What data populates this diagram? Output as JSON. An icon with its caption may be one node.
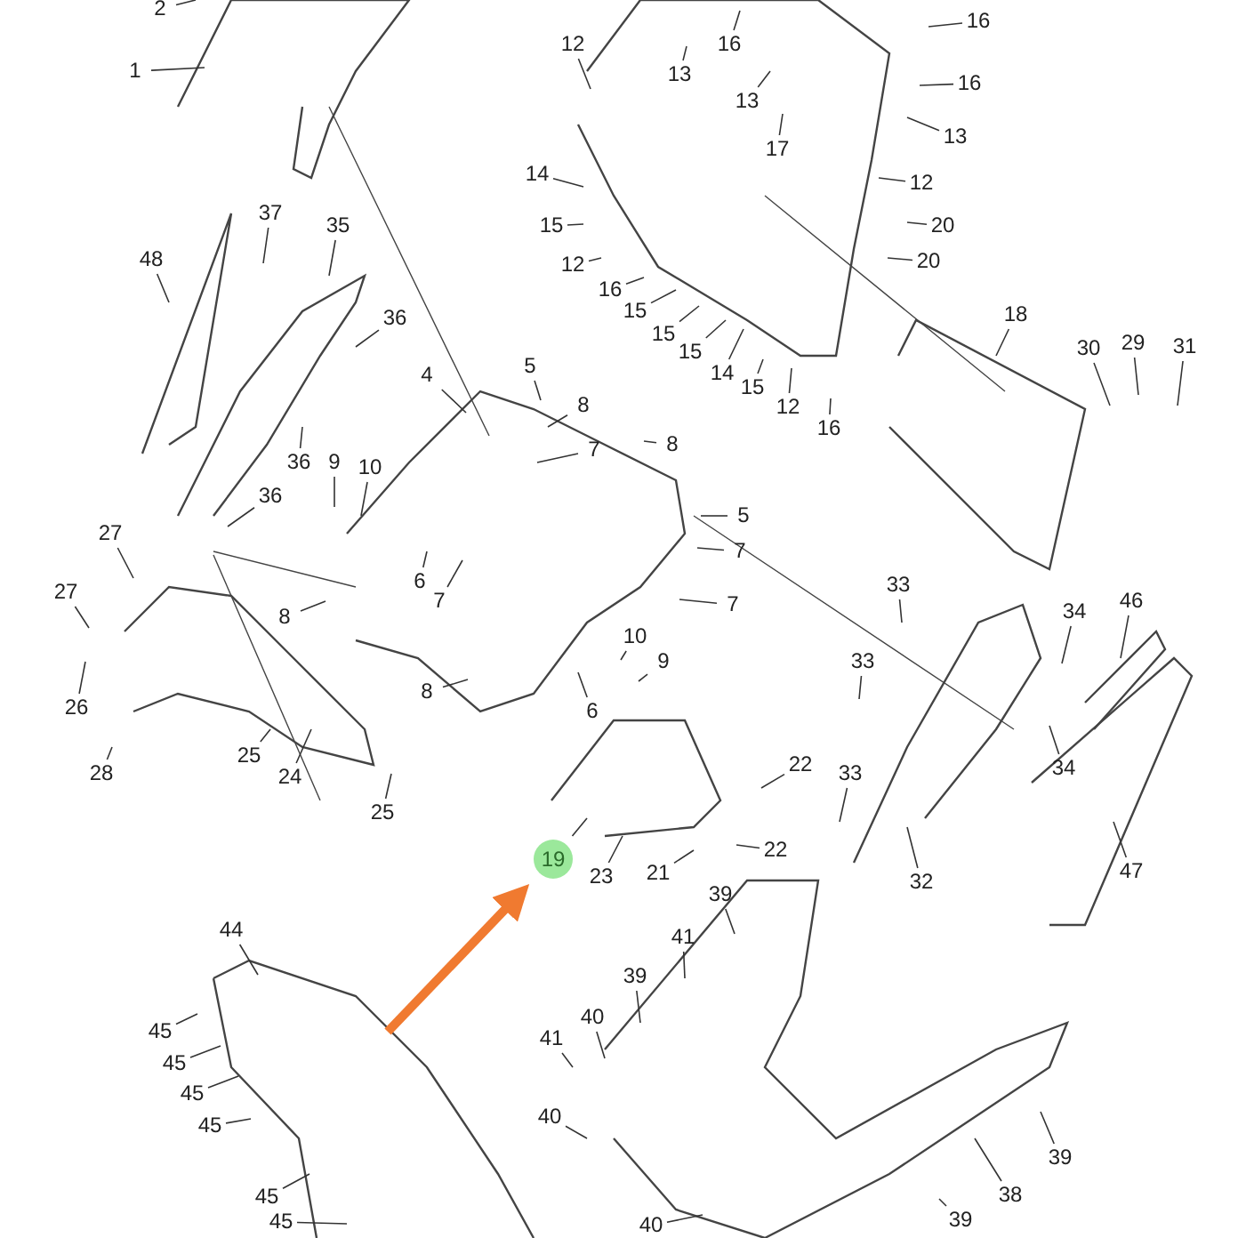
{
  "diagram": {
    "nodes": [
      {
        "text": [
          "2"
        ]
      },
      {
        "text": [
          "1"
        ]
      },
      {
        "text": [
          "12"
        ]
      },
      {
        "text": [
          "16"
        ]
      },
      {
        "text": [
          "16"
        ]
      },
      {
        "text": [
          "13"
        ]
      },
      {
        "text": [
          "13"
        ]
      },
      {
        "text": [
          "17"
        ]
      },
      {
        "text": [
          "16"
        ]
      },
      {
        "text": [
          "13"
        ]
      },
      {
        "text": [
          "14"
        ]
      },
      {
        "text": [
          "12"
        ]
      },
      {
        "text": [
          "15"
        ]
      },
      {
        "text": [
          "20"
        ]
      },
      {
        "text": [
          "12"
        ]
      },
      {
        "text": [
          "20"
        ]
      },
      {
        "text": [
          "16"
        ]
      },
      {
        "text": [
          "15"
        ]
      },
      {
        "text": [
          "15"
        ]
      },
      {
        "text": [
          "15"
        ]
      },
      {
        "text": [
          "14"
        ]
      },
      {
        "text": [
          "15"
        ]
      },
      {
        "text": [
          "12"
        ]
      },
      {
        "text": [
          "16"
        ]
      },
      {
        "text": [
          "18"
        ]
      },
      {
        "text": [
          "30"
        ]
      },
      {
        "text": [
          "29"
        ]
      },
      {
        "text": [
          "31"
        ]
      },
      {
        "text": [
          "48"
        ]
      },
      {
        "text": [
          "37"
        ]
      },
      {
        "text": [
          "35"
        ]
      },
      {
        "text": [
          "36"
        ]
      },
      {
        "text": [
          "4"
        ]
      },
      {
        "text": [
          "5"
        ]
      },
      {
        "text": [
          "8"
        ]
      },
      {
        "text": [
          "7"
        ]
      },
      {
        "text": [
          "8"
        ]
      },
      {
        "text": [
          "9"
        ]
      },
      {
        "text": [
          "10"
        ]
      },
      {
        "text": [
          "36"
        ]
      },
      {
        "text": [
          "36"
        ]
      },
      {
        "text": [
          "27"
        ]
      },
      {
        "text": [
          "27"
        ]
      },
      {
        "text": [
          "26"
        ]
      },
      {
        "text": [
          "28"
        ]
      },
      {
        "text": [
          "25"
        ]
      },
      {
        "text": [
          "24"
        ]
      },
      {
        "text": [
          "25"
        ]
      },
      {
        "text": [
          "8"
        ]
      },
      {
        "text": [
          "6"
        ]
      },
      {
        "text": [
          "7"
        ]
      },
      {
        "text": [
          "8"
        ]
      },
      {
        "text": [
          "6"
        ]
      },
      {
        "text": [
          "5"
        ]
      },
      {
        "text": [
          "7"
        ]
      },
      {
        "text": [
          "7"
        ]
      },
      {
        "text": [
          "10"
        ]
      },
      {
        "text": [
          "9"
        ]
      },
      {
        "text": [
          "33"
        ]
      },
      {
        "text": [
          "33"
        ]
      },
      {
        "text": [
          "34"
        ]
      },
      {
        "text": [
          "34"
        ]
      },
      {
        "text": [
          "46"
        ]
      },
      {
        "text": [
          "47"
        ]
      },
      {
        "text": [
          "33"
        ]
      },
      {
        "text": [
          "32"
        ]
      },
      {
        "text": [
          "22"
        ]
      },
      {
        "text": [
          "22"
        ]
      },
      {
        "text": [
          "21"
        ]
      },
      {
        "text": [
          "23"
        ]
      },
      {
        "text": [
          "19"
        ]
      },
      {
        "text": [
          "39"
        ]
      },
      {
        "text": [
          "41"
        ]
      },
      {
        "text": [
          "39"
        ]
      },
      {
        "text": [
          "40"
        ]
      },
      {
        "text": [
          "41"
        ]
      },
      {
        "text": [
          "40"
        ]
      },
      {
        "text": [
          "44"
        ]
      },
      {
        "text": [
          "45"
        ]
      },
      {
        "text": [
          "45"
        ]
      },
      {
        "text": [
          "45"
        ]
      },
      {
        "text": [
          "45"
        ]
      },
      {
        "text": [
          "45"
        ]
      },
      {
        "text": [
          "45"
        ]
      },
      {
        "text": [
          "40"
        ]
      },
      {
        "text": [
          "39"
        ]
      },
      {
        "text": [
          "38"
        ]
      },
      {
        "text": [
          "39"
        ]
      }
    ],
    "edges": [
      {
        "from": 0,
        "to": null,
        "arrow": "none"
      },
      {
        "from": 1,
        "to": null,
        "arrow": "none"
      },
      {
        "from": 2,
        "to": null,
        "arrow": "none"
      },
      {
        "from": 3,
        "to": null,
        "arrow": "none"
      },
      {
        "from": 4,
        "to": null,
        "arrow": "none"
      },
      {
        "from": 5,
        "to": null,
        "arrow": "none"
      },
      {
        "from": 6,
        "to": null,
        "arrow": "none"
      },
      {
        "from": 7,
        "to": null,
        "arrow": "none"
      },
      {
        "from": 8,
        "to": null,
        "arrow": "none"
      },
      {
        "from": 9,
        "to": null,
        "arrow": "none"
      },
      {
        "from": 10,
        "to": null,
        "arrow": "none"
      },
      {
        "from": 11,
        "to": null,
        "arrow": "none"
      },
      {
        "from": 12,
        "to": null,
        "arrow": "none"
      },
      {
        "from": 13,
        "to": null,
        "arrow": "none"
      },
      {
        "from": 14,
        "to": null,
        "arrow": "none"
      },
      {
        "from": 15,
        "to": null,
        "arrow": "none"
      },
      {
        "from": 16,
        "to": null,
        "arrow": "none"
      },
      {
        "from": 17,
        "to": null,
        "arrow": "none"
      },
      {
        "from": 18,
        "to": null,
        "arrow": "none"
      },
      {
        "from": 19,
        "to": null,
        "arrow": "none"
      },
      {
        "from": 20,
        "to": null,
        "arrow": "none"
      },
      {
        "from": 21,
        "to": null,
        "arrow": "none"
      },
      {
        "from": 22,
        "to": null,
        "arrow": "none"
      },
      {
        "from": 23,
        "to": null,
        "arrow": "none"
      },
      {
        "from": 24,
        "to": null,
        "arrow": "none"
      },
      {
        "from": 25,
        "to": null,
        "arrow": "none"
      },
      {
        "from": 26,
        "to": null,
        "arrow": "none"
      },
      {
        "from": 27,
        "to": null,
        "arrow": "none"
      },
      {
        "from": 28,
        "to": null,
        "arrow": "none"
      },
      {
        "from": 29,
        "to": null,
        "arrow": "none"
      },
      {
        "from": 30,
        "to": null,
        "arrow": "none"
      },
      {
        "from": 31,
        "to": null,
        "arrow": "none"
      },
      {
        "from": 32,
        "to": null,
        "arrow": "none"
      },
      {
        "from": 33,
        "to": null,
        "arrow": "none"
      },
      {
        "from": 34,
        "to": null,
        "arrow": "none"
      },
      {
        "from": 35,
        "to": null,
        "arrow": "none"
      },
      {
        "from": 36,
        "to": null,
        "arrow": "none"
      },
      {
        "from": 37,
        "to": null,
        "arrow": "none"
      },
      {
        "from": 38,
        "to": null,
        "arrow": "none"
      },
      {
        "from": 39,
        "to": null,
        "arrow": "none"
      },
      {
        "from": 40,
        "to": null,
        "arrow": "none"
      },
      {
        "from": 41,
        "to": null,
        "arrow": "none"
      },
      {
        "from": 42,
        "to": null,
        "arrow": "none"
      },
      {
        "from": 43,
        "to": null,
        "arrow": "none"
      },
      {
        "from": 44,
        "to": null,
        "arrow": "none"
      },
      {
        "from": 45,
        "to": null,
        "arrow": "none"
      },
      {
        "from": 46,
        "to": null,
        "arrow": "none"
      },
      {
        "from": 47,
        "to": null,
        "arrow": "none"
      },
      {
        "from": 48,
        "to": null,
        "arrow": "none"
      },
      {
        "from": 49,
        "to": null,
        "arrow": "none"
      },
      {
        "from": 50,
        "to": null,
        "arrow": "none"
      },
      {
        "from": 51,
        "to": null,
        "arrow": "none"
      },
      {
        "from": 52,
        "to": null,
        "arrow": "none"
      },
      {
        "from": 53,
        "to": null,
        "arrow": "none"
      },
      {
        "from": 54,
        "to": null,
        "arrow": "none"
      },
      {
        "from": 55,
        "to": null,
        "arrow": "none"
      },
      {
        "from": 56,
        "to": null,
        "arrow": "none"
      },
      {
        "from": 57,
        "to": null,
        "arrow": "none"
      },
      {
        "from": 58,
        "to": null,
        "arrow": "none"
      },
      {
        "from": 59,
        "to": null,
        "arrow": "none"
      },
      {
        "from": 60,
        "to": null,
        "arrow": "none"
      },
      {
        "from": 61,
        "to": null,
        "arrow": "none"
      },
      {
        "from": 62,
        "to": null,
        "arrow": "none"
      },
      {
        "from": 63,
        "to": null,
        "arrow": "none"
      },
      {
        "from": 64,
        "to": null,
        "arrow": "none"
      },
      {
        "from": 65,
        "to": null,
        "arrow": "none"
      },
      {
        "from": 66,
        "to": null,
        "arrow": "none"
      },
      {
        "from": 67,
        "to": null,
        "arrow": "none"
      },
      {
        "from": 68,
        "to": null,
        "arrow": "none"
      },
      {
        "from": 69,
        "to": null,
        "arrow": "none"
      },
      {
        "from": 70,
        "to": null,
        "arrow": "none"
      },
      {
        "from": 71,
        "to": null,
        "arrow": "none"
      },
      {
        "from": 72,
        "to": null,
        "arrow": "none"
      },
      {
        "from": 73,
        "to": null,
        "arrow": "none"
      },
      {
        "from": 74,
        "to": null,
        "arrow": "none"
      },
      {
        "from": 75,
        "to": null,
        "arrow": "none"
      },
      {
        "from": 76,
        "to": null,
        "arrow": "none"
      },
      {
        "from": 77,
        "to": null,
        "arrow": "none"
      },
      {
        "from": 78,
        "to": null,
        "arrow": "none"
      },
      {
        "from": 79,
        "to": null,
        "arrow": "none"
      },
      {
        "from": 80,
        "to": null,
        "arrow": "none"
      },
      {
        "from": 81,
        "to": null,
        "arrow": "none"
      },
      {
        "from": 82,
        "to": null,
        "arrow": "none"
      },
      {
        "from": 83,
        "to": null,
        "arrow": "none"
      },
      {
        "from": 84,
        "to": null,
        "arrow": "none"
      },
      {
        "from": 85,
        "to": null,
        "arrow": "none"
      },
      {
        "from": 86,
        "to": null,
        "arrow": "none"
      },
      {
        "from": 87,
        "to": null,
        "arrow": "none"
      },
      {
        "from": null,
        "to": 70,
        "arrow": "to",
        "style": "thick",
        "color": "#f07a30"
      }
    ]
  }
}
